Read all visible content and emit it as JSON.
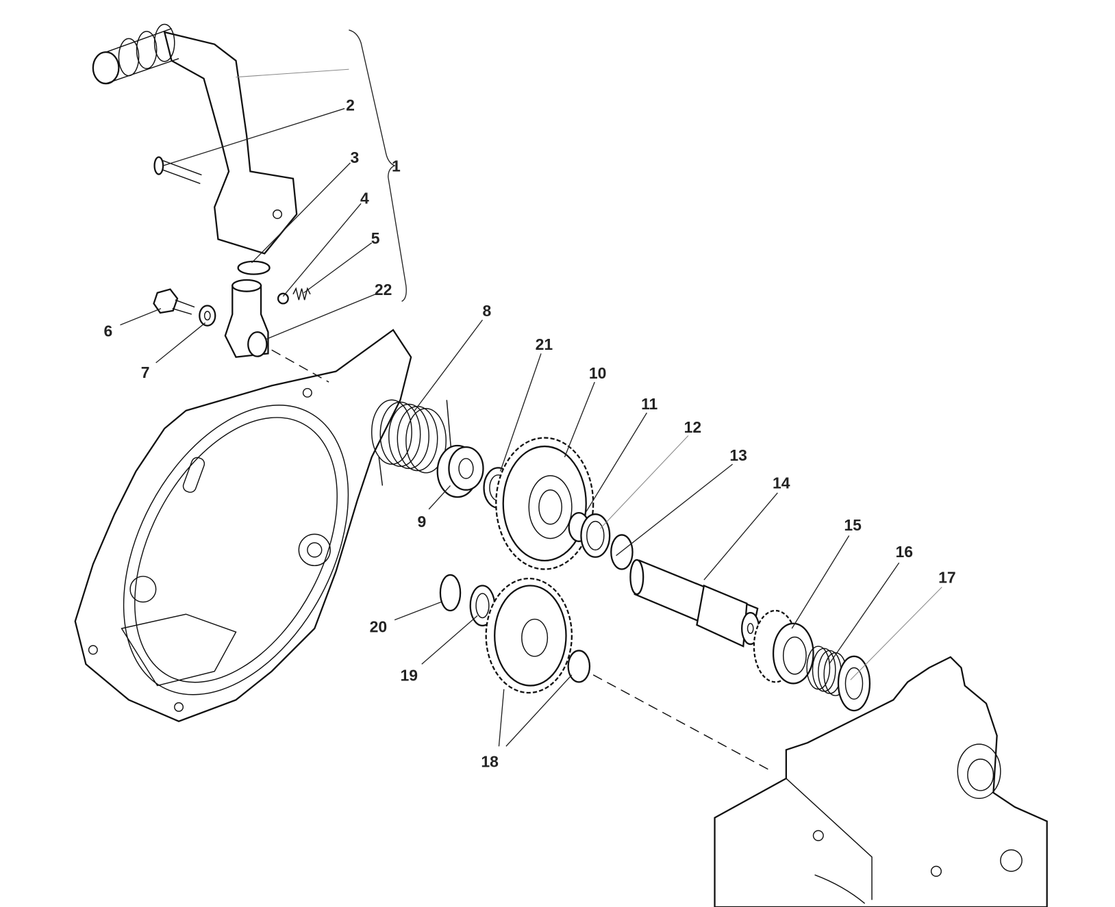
{
  "diagram": {
    "title": "Kickstarter assembly exploded view",
    "labels": {
      "p1": "1",
      "p2": "2",
      "p3": "3",
      "p4": "4",
      "p5": "5",
      "p6": "6",
      "p7": "7",
      "p8": "8",
      "p9": "9",
      "p10": "10",
      "p11": "11",
      "p12": "12",
      "p13": "13",
      "p14": "14",
      "p15": "15",
      "p16": "16",
      "p17": "17",
      "p18": "18",
      "p19": "19",
      "p20": "20",
      "p21": "21",
      "p22": "22"
    }
  }
}
